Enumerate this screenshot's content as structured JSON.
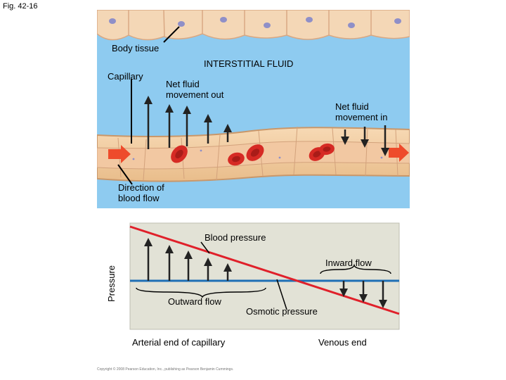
{
  "figure_label": "Fig. 42-16",
  "top_panel": {
    "body_tissue_label": "Body tissue",
    "interstitial_fluid_label": "INTERSTITIAL FLUID",
    "capillary_label": "Capillary",
    "net_out_label": "Net fluid\nmovement out",
    "net_in_label": "Net fluid\nmovement in",
    "blood_flow_label": "Direction of\nblood flow"
  },
  "bottom_panel": {
    "y_axis_label": "Pressure",
    "blood_pressure_label": "Blood pressure",
    "inward_flow_label": "Inward flow",
    "outward_flow_label": "Outward flow",
    "osmotic_pressure_label": "Osmotic pressure",
    "arterial_end_label": "Arterial end of capillary",
    "venous_end_label": "Venous end"
  },
  "credit": "Copyright © 2008 Pearson Education, Inc., publishing as Pearson Benjamin Cummings.",
  "colors": {
    "interstitial_fluid": "#8ecbf0",
    "capillary_wall": "#f3cfa4",
    "blood_pressure_line": "#e0202a",
    "osmotic_pressure_line": "#1f6fb5",
    "red_blood_cell": "#d62a24",
    "graph_background": "#e2e2d6"
  }
}
